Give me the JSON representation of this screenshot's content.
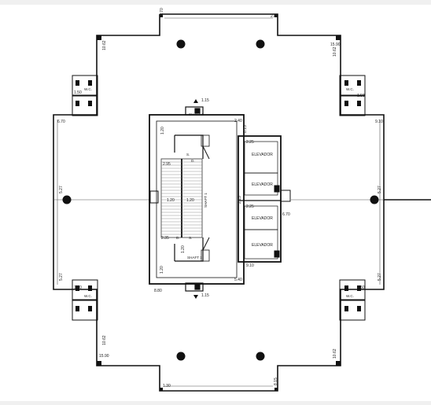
{
  "dims": {
    "top_a": "8.70",
    "top_b": "2.80",
    "left_upper_diag": "10.62",
    "right_upper_diag_a": "15.90",
    "right_upper_diag_b": "10.62",
    "core_top": "1.15",
    "core_top_right": "2.40",
    "left_mid": "6.70",
    "right_mid": "9.10",
    "left_wing_top": "5.27",
    "left_wing_bottom": "5.27",
    "right_wing_top": "5.27",
    "right_wing_bottom": "5.27",
    "elev_top": "8.15",
    "elev_small": "2.25",
    "elev_mid": "2.15",
    "elev_small2": "2.25",
    "elev_side": "6.70",
    "elev_bottom": "9.10",
    "core_bottom_right": "5.40",
    "core_bottom_left": "8.80",
    "core_bottom": "1.15",
    "left_lower_diag_a": "10.62",
    "left_lower_diag_b": "15.90",
    "right_lower_diag": "10.62",
    "bottom_a": "1.30",
    "bottom_b": "8.15",
    "stair_a": "1.20",
    "stair_b": "2.95",
    "stair_c": "1.20",
    "stair_d": "1.20",
    "stair_e": "2.35",
    "stair_f": "1.20",
    "stair_g": "1.20",
    "wc_a": "1.50",
    "wc_b": "1.50",
    "wc_c": "1.50",
    "wc_d": "1.50"
  },
  "labels": {
    "elevator_1": "ELEVADOR",
    "elevator_2": "ELEVADOR",
    "elevator_3": "ELEVADOR",
    "elevator_4": "ELEVADOR",
    "shaft_top": "SHAFT 1",
    "shaft_mid": "SHAFT 1",
    "shaft_bottom": "SHAFT 1",
    "wc": "W.C.",
    "stair_up": "S.",
    "stair_down": "D."
  }
}
